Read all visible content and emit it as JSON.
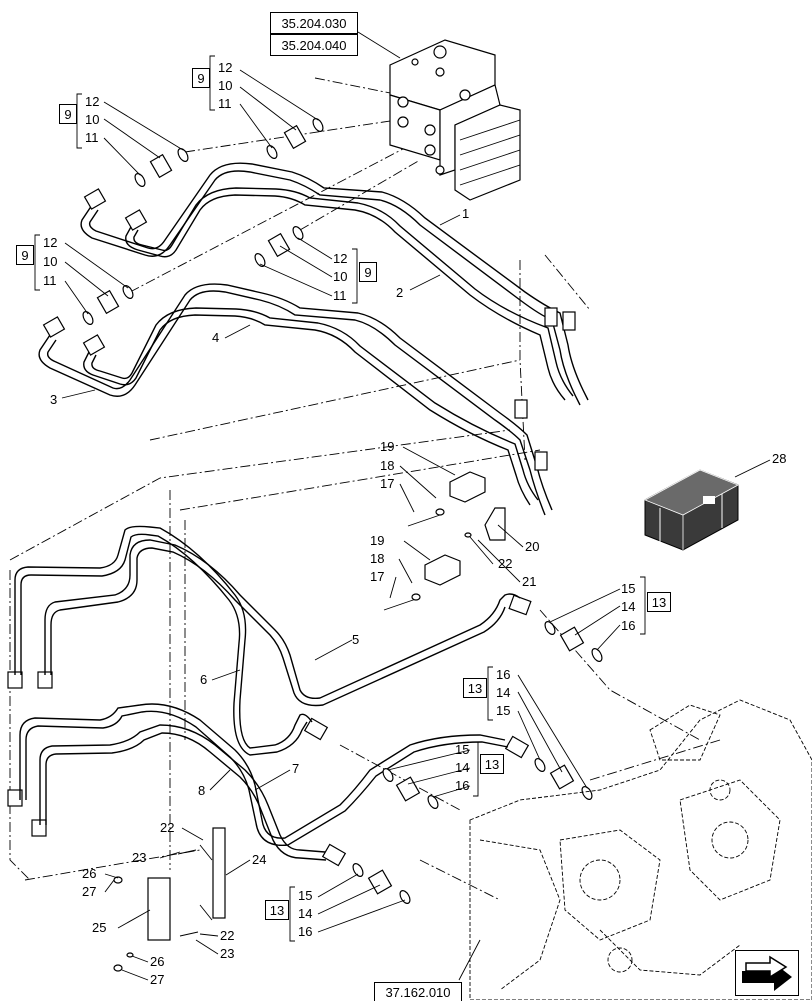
{
  "references": {
    "top_ref_1": "35.204.030",
    "top_ref_2": "35.204.040",
    "bottom_ref": "37.162.010"
  },
  "callouts": {
    "p1": "1",
    "p2": "2",
    "p3": "3",
    "p4": "4",
    "p5": "5",
    "p6": "6",
    "p7": "7",
    "p8": "8",
    "p17a": "17",
    "p17b": "17",
    "p18a": "18",
    "p18b": "18",
    "p19a": "19",
    "p19b": "19",
    "p20": "20",
    "p21": "21",
    "p22a": "22",
    "p22b": "22",
    "p22c": "22",
    "p23a": "23",
    "p23b": "23",
    "p24": "24",
    "p25": "25",
    "p26a": "26",
    "p26b": "26",
    "p27a": "27",
    "p27b": "27",
    "p28": "28"
  },
  "groups": {
    "g9a": {
      "box": "9",
      "a": "12",
      "b": "10",
      "c": "11"
    },
    "g9b": {
      "box": "9",
      "a": "12",
      "b": "10",
      "c": "11"
    },
    "g9c": {
      "box": "9",
      "a": "12",
      "b": "10",
      "c": "11"
    },
    "g9d": {
      "box": "9",
      "a": "12",
      "b": "10",
      "c": "11"
    },
    "g13a": {
      "box": "13",
      "a": "15",
      "b": "14",
      "c": "16"
    },
    "g13b": {
      "box": "13",
      "a": "16",
      "b": "14",
      "c": "15"
    },
    "g13c": {
      "box": "13",
      "a": "15",
      "b": "14",
      "c": "16"
    },
    "g13d": {
      "box": "13",
      "a": "15",
      "b": "14",
      "c": "16"
    }
  },
  "icons": {
    "kit": "kit-box-icon",
    "nav": "next-page-arrow-icon"
  },
  "colors": {
    "line": "#000000",
    "background": "#ffffff",
    "kit_fill": "#3a3a3a"
  }
}
